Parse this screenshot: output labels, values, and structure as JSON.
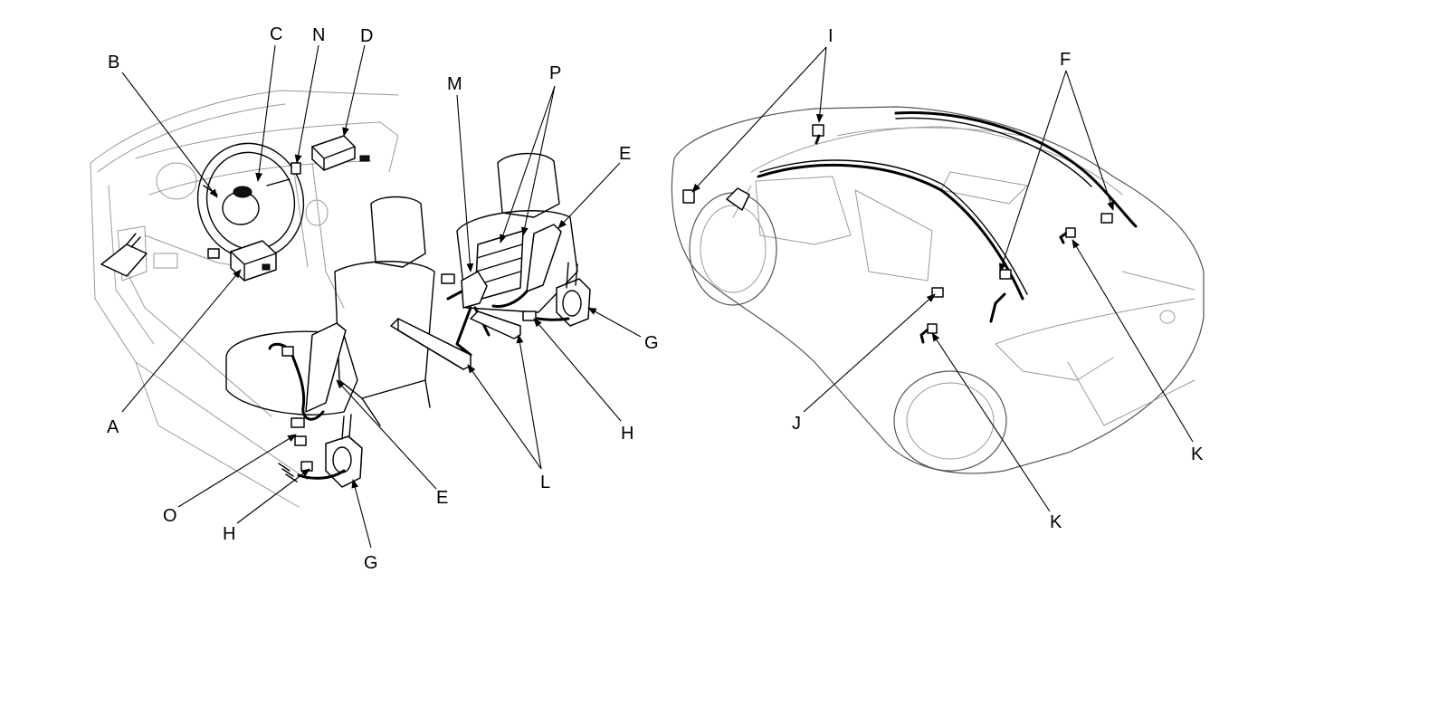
{
  "labels": {
    "A": "A",
    "B": "B",
    "C": "C",
    "D": "D",
    "E": "E",
    "F": "F",
    "G": "G",
    "H": "H",
    "I": "I",
    "J": "J",
    "K": "K",
    "L": "L",
    "M": "M",
    "N": "N",
    "O": "O",
    "P": "P"
  },
  "colors": {
    "ink": "#000000",
    "detail": "#9a9a9a",
    "background": "#ffffff"
  }
}
